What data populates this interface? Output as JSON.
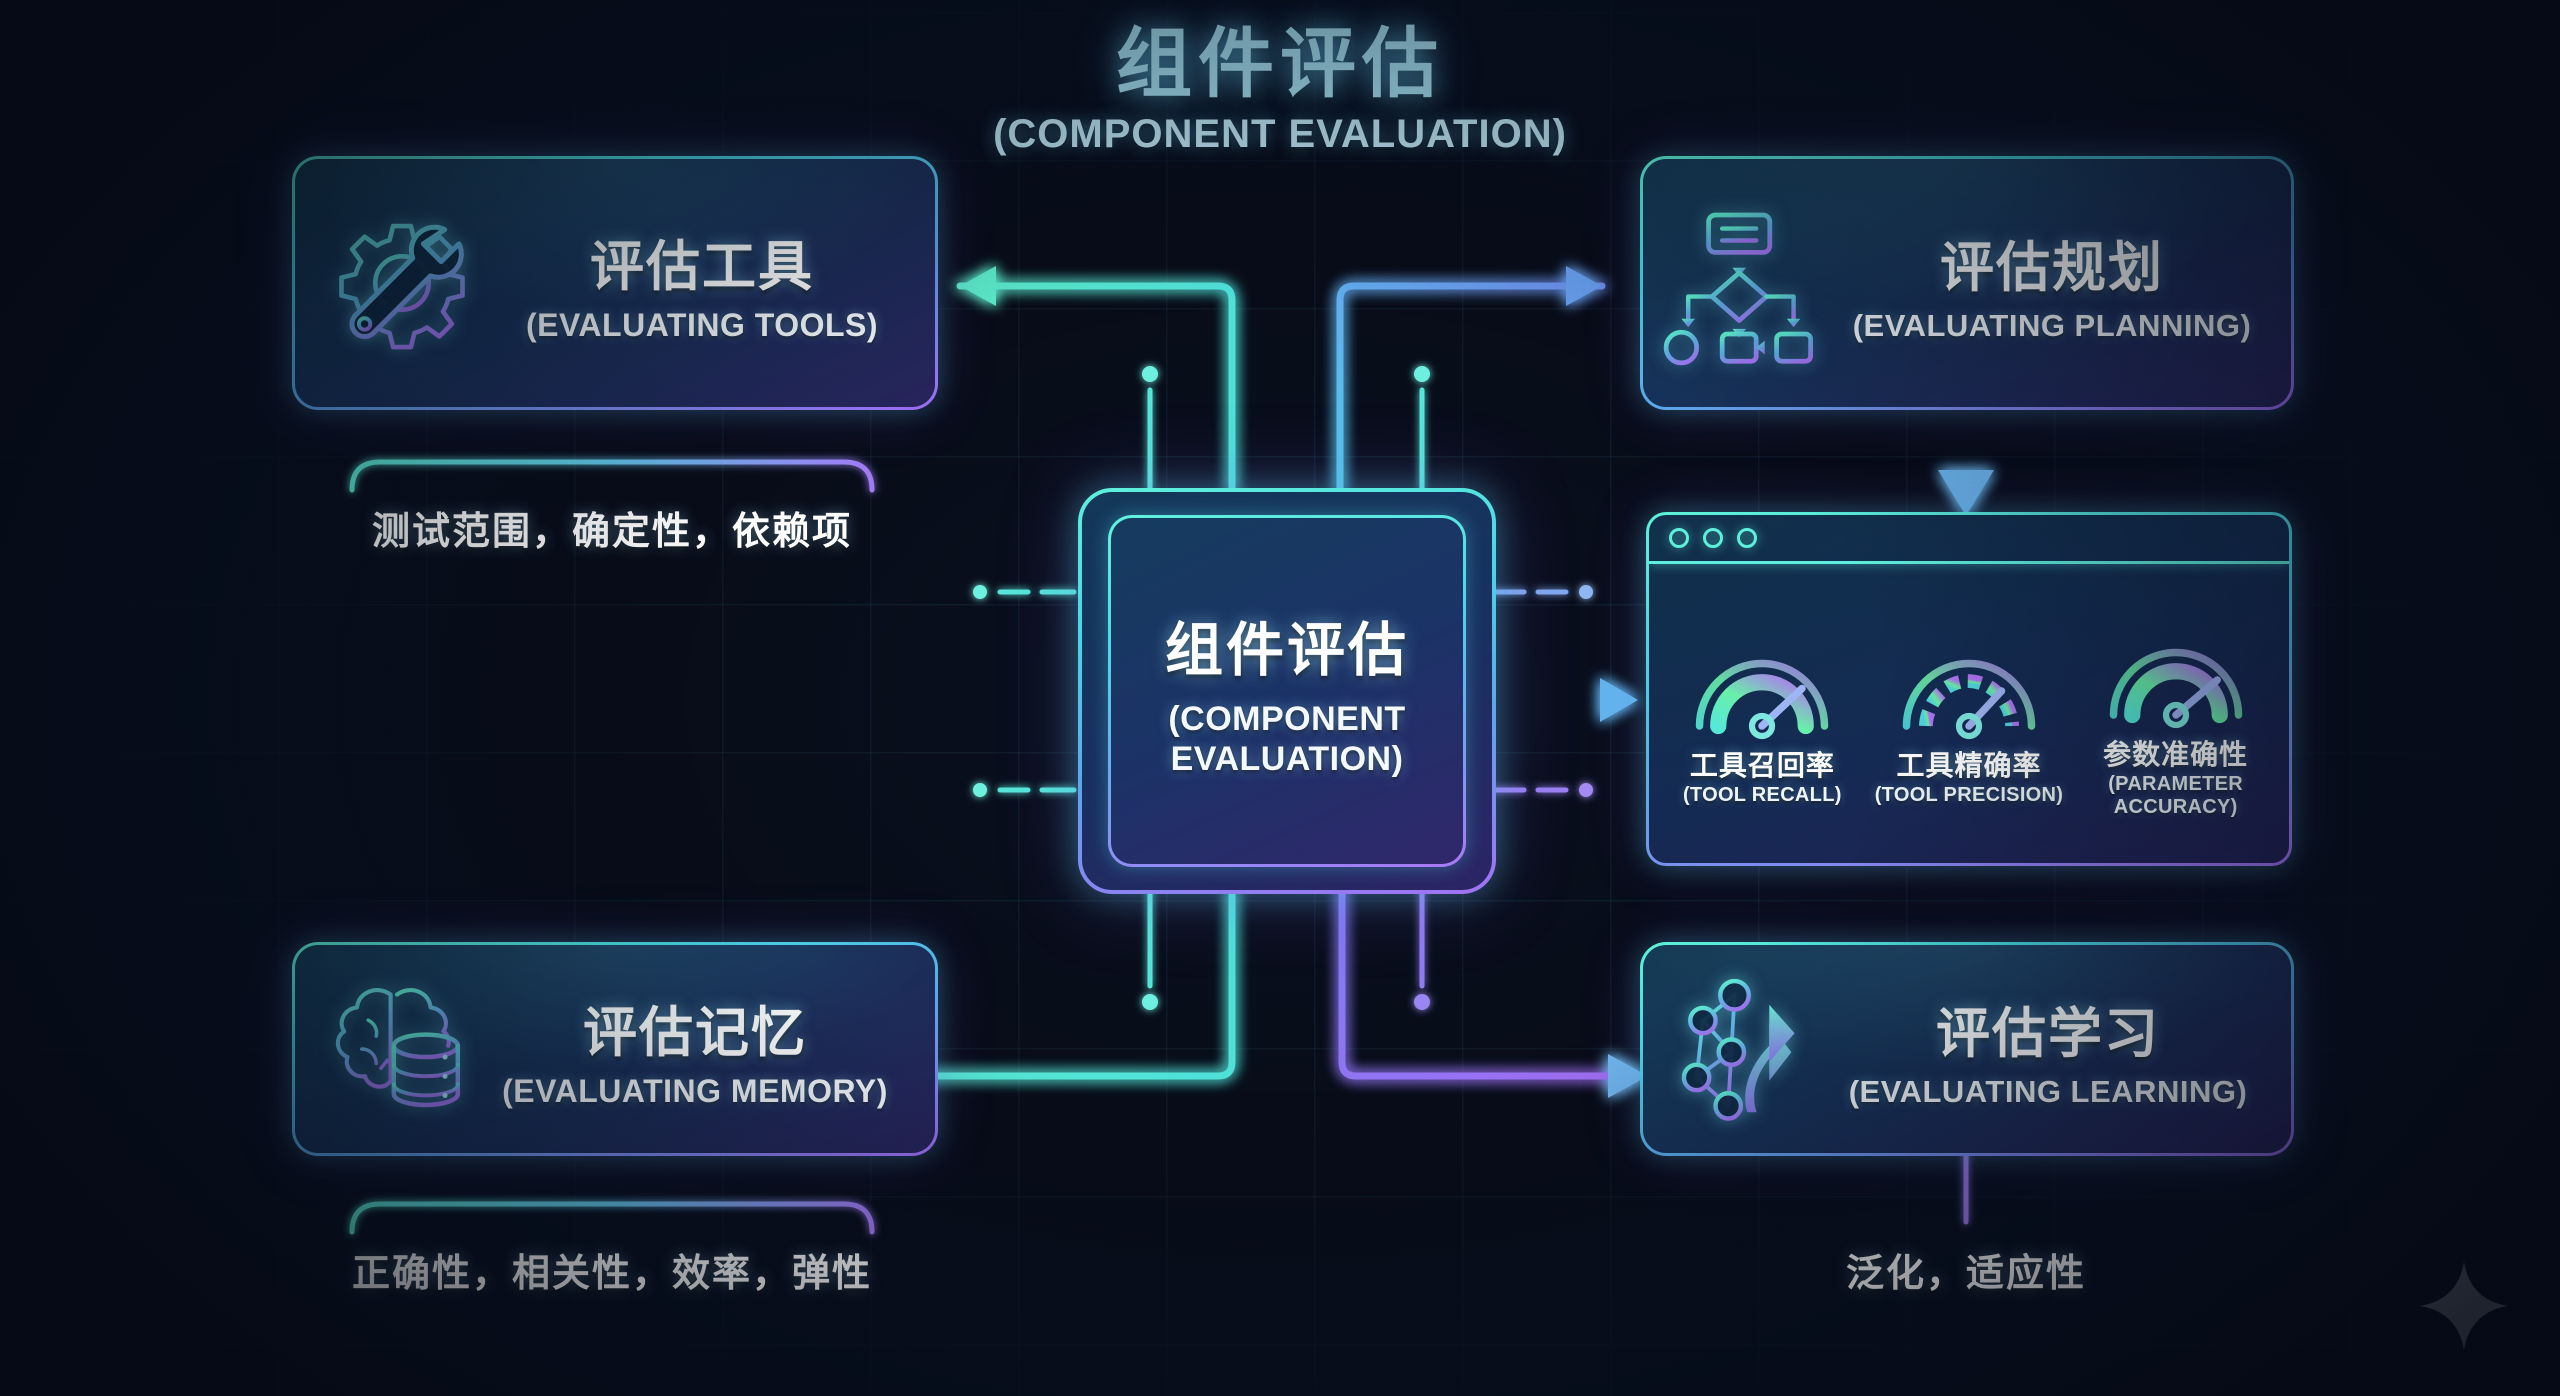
{
  "title": {
    "cn": "组件评估",
    "en": "(COMPONENT EVALUATION)"
  },
  "center": {
    "cn": "组件评估",
    "en_line1": "(COMPONENT",
    "en_line2": "EVALUATION)"
  },
  "cards": {
    "tools": {
      "cn": "评估工具",
      "en": "(EVALUATING TOOLS)",
      "icon": "gear-wrench-icon"
    },
    "planning": {
      "cn": "评估规划",
      "en": "(EVALUATING PLANNING)",
      "icon": "flowchart-icon"
    },
    "memory": {
      "cn": "评估记忆",
      "en": "(EVALUATING MEMORY)",
      "icon": "brain-database-icon"
    },
    "learning": {
      "cn": "评估学习",
      "en": "(EVALUATING LEARNING)",
      "icon": "network-arrow-up-icon"
    }
  },
  "captions": {
    "tools": "测试范围，确定性，依赖项",
    "memory": "正确性，相关性，效率，弹性",
    "learning": "泛化，适应性"
  },
  "metrics": {
    "window_dots": 3,
    "items": [
      {
        "cn": "工具召回率",
        "en_line1": "(TOOL RECALL)",
        "en_line2": "",
        "gauge": "smooth-gauge-icon"
      },
      {
        "cn": "工具精确率",
        "en_line1": "(TOOL PRECISION)",
        "en_line2": "",
        "gauge": "segmented-gauge-icon"
      },
      {
        "cn": "参数准确性",
        "en_line1": "(PARAMETER",
        "en_line2": "ACCURACY)",
        "gauge": "smooth-gauge-icon"
      }
    ]
  },
  "watermark": {
    "icon": "sparkle-icon"
  },
  "colors": {
    "background": "#0a1020",
    "grid": "#5abed2",
    "accent_cyan": "#5ef2d6",
    "accent_teal": "#46d8e0",
    "accent_blue": "#5aa8ea",
    "accent_purple": "#9b6bf0",
    "title_text": "#a8e4f5",
    "body_text": "#ffffff"
  }
}
